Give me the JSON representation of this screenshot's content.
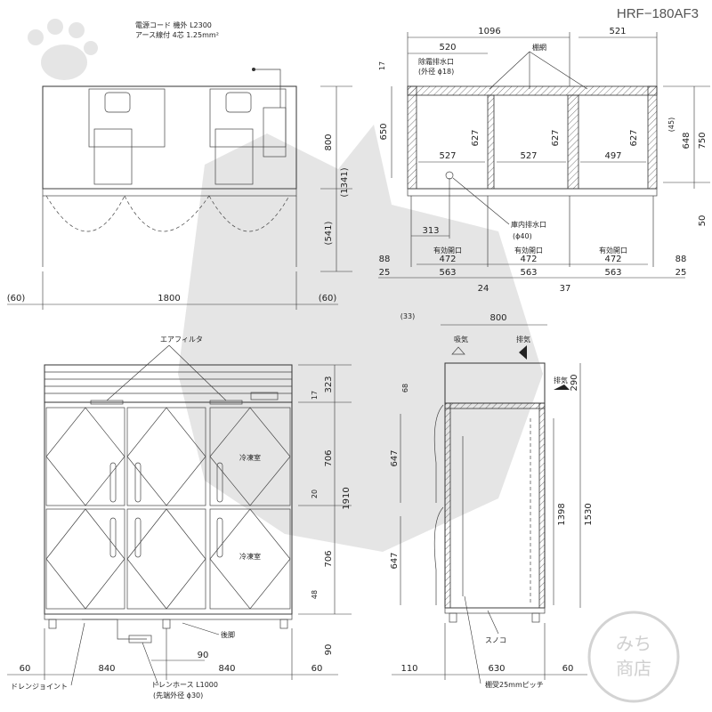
{
  "model": "HRF−180AF3",
  "top_view": {
    "cord_line1": "電源コード 機外 L2300",
    "cord_line2": "アース線付 4芯 1.25mm²",
    "height_800": "800",
    "height_1341": "(1341)",
    "height_541": "(541)",
    "width_1800": "1800",
    "clear_left": "(60)",
    "clear_right": "(60)"
  },
  "section_view": {
    "w_1096": "1096",
    "w_520": "520",
    "w_521": "521",
    "d_17": "17",
    "drain_label": "除霜排水口",
    "drain_od": "(外径 ϕ18)",
    "mesh_label": "棚網",
    "h_650": "650",
    "h_627": "627",
    "h_45": "(45)",
    "h_648": "648",
    "h_750": "750",
    "h_50": "50",
    "w_527": "527",
    "w_497": "497",
    "w_313": "313",
    "inner_drain": "庫内排水口",
    "inner_drain_d": "(ϕ40)",
    "opening": "有効開口",
    "w_472": "472",
    "w_88": "88",
    "w_25": "25",
    "w_563": "563",
    "w_24": "24",
    "w_37": "37"
  },
  "front_view": {
    "air_filter": "エアフィルタ",
    "room_label": "冷凍室",
    "h_323": "323",
    "h_17": "17",
    "h_706": "706",
    "h_20": "20",
    "h_1910": "1910",
    "h_48": "48",
    "h_90": "90",
    "adjuster": "後脚",
    "w_60": "60",
    "w_840": "840",
    "w_90": "90",
    "drain_joint": "ドレンジョイント",
    "drain_hose": "ドレンホース L1000",
    "drain_hose_od": "(先端外径 ϕ30)"
  },
  "side_view": {
    "w_33": "(33)",
    "w_800": "800",
    "intake": "吸気",
    "exhaust": "排気",
    "h_290": "290",
    "h_68": "68",
    "h_647": "647",
    "h_1398": "1398",
    "h_1530": "1530",
    "sunoko": "スノコ",
    "w_110": "110",
    "w_630": "630",
    "w_60": "60",
    "shelf_pitch": "棚受25mmピッチ"
  },
  "stamp_text": "みち商店"
}
